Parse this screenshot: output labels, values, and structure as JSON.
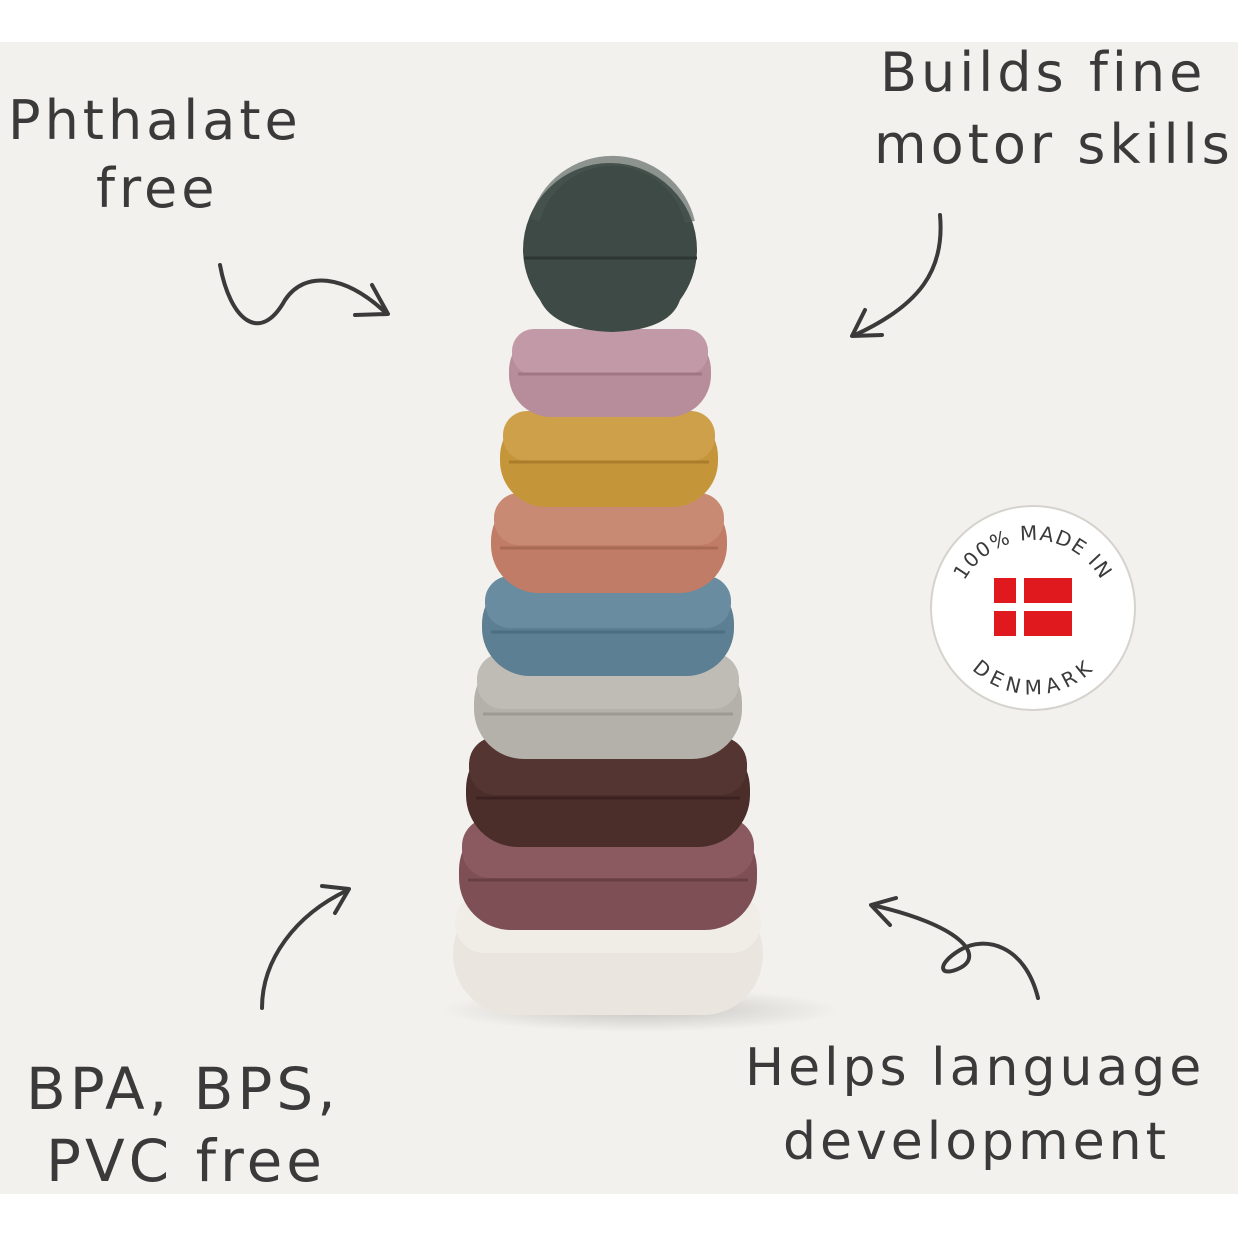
{
  "labels": {
    "phthalate": {
      "line1": "Phthalate",
      "line2": "free"
    },
    "fine_motor": {
      "line1": "Builds fine",
      "line2": "motor skills"
    },
    "bpa": {
      "line1": "BPA, BPS,",
      "line2": "PVC free"
    },
    "language": {
      "line1": "Helps language",
      "line2": "development"
    }
  },
  "badge": {
    "top_text": "100% MADE IN",
    "bottom_text": "DENMARK",
    "flag": "danish-flag-icon"
  },
  "colors": {
    "background": "#f3f1ed",
    "text": "#3a3a3a",
    "flag_red": "#e0191f",
    "rings": [
      "#eae6df",
      "#7e4f55",
      "#4b2e2a",
      "#b4b1aa",
      "#5d7f93",
      "#c07c66",
      "#c5953a",
      "#b88d9b"
    ],
    "ball": "#3e4a46"
  }
}
